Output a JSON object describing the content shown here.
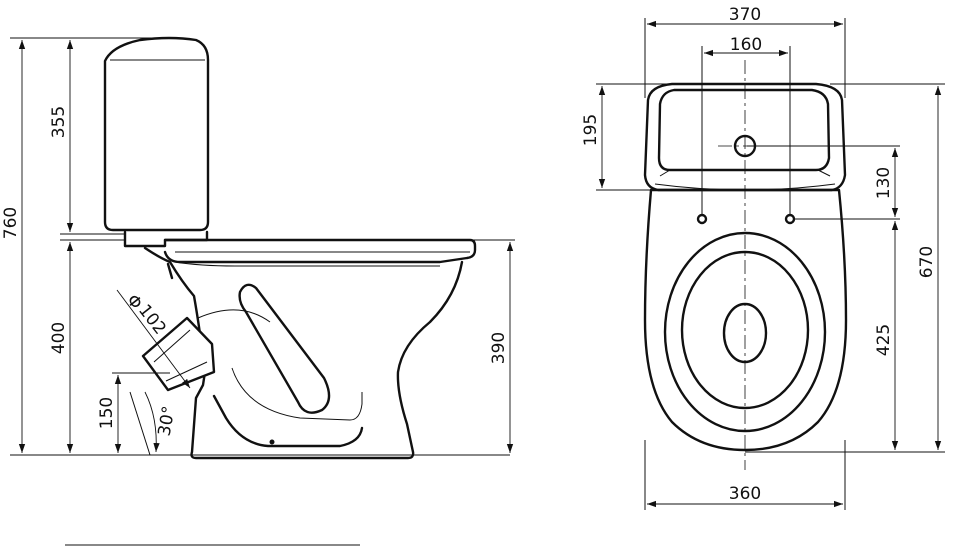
{
  "side_view": {
    "height_total": "760",
    "tank_height": "355",
    "seat_height": "400",
    "bowl_height": "390",
    "outlet_height": "150",
    "outlet_diameter": "102",
    "diameter_symbol": "Φ",
    "outlet_angle": "30°"
  },
  "top_view": {
    "tank_width": "370",
    "holes_spacing": "160",
    "tank_depth": "195",
    "holes_offset": "130",
    "total_length": "670",
    "bowl_length": "425",
    "bowl_width": "360"
  }
}
